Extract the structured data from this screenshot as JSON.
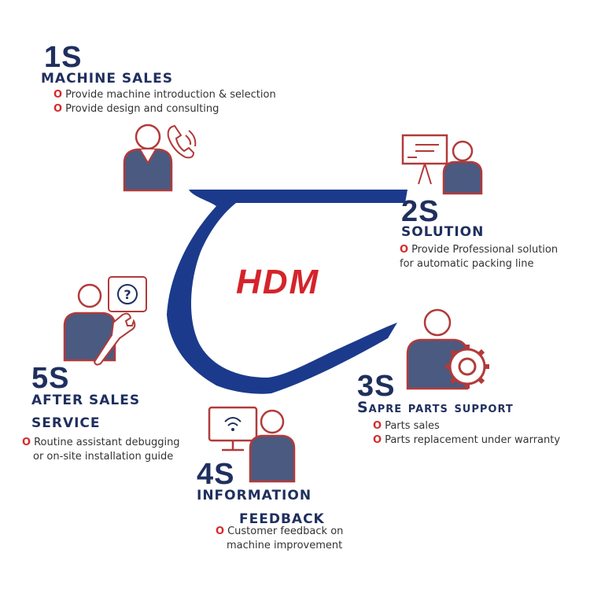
{
  "logo": {
    "text": "HDM"
  },
  "colors": {
    "navy": "#1f2f5e",
    "red": "#d42a2a",
    "figure_fill": "#4a5a80"
  },
  "services": {
    "s1": {
      "number": "1S",
      "title": "MACHINE SALES",
      "bullets": [
        "Provide machine introduction & selection",
        "Provide design and consulting"
      ],
      "icon": "salesperson-phone-icon"
    },
    "s2": {
      "number": "2S",
      "title": "SOLUTION",
      "bullet_line1": "Provide Professional solution",
      "bullet_line2": "for automatic packing line",
      "icon": "presenter-board-icon"
    },
    "s3": {
      "number": "3S",
      "title": "Sapre parts support",
      "bullets": [
        "Parts sales",
        "Parts replacement under warranty"
      ],
      "icon": "technician-gear-icon"
    },
    "s4": {
      "number": "4S",
      "title_line1": "INFORMATION",
      "title_line2": "FEEDBACK",
      "bullet_line1": "Customer feedback on",
      "bullet_line2": "machine improvement",
      "icon": "person-wifi-monitor-icon"
    },
    "s5": {
      "number": "5S",
      "title_line1": "AFTER SALES",
      "title_line2": "SERVICE",
      "bullet_line1": "Routine assistant debugging",
      "bullet_line2": "or on-site installation guide",
      "icon": "mechanic-wrench-question-icon"
    }
  },
  "bullet_marker": "O"
}
